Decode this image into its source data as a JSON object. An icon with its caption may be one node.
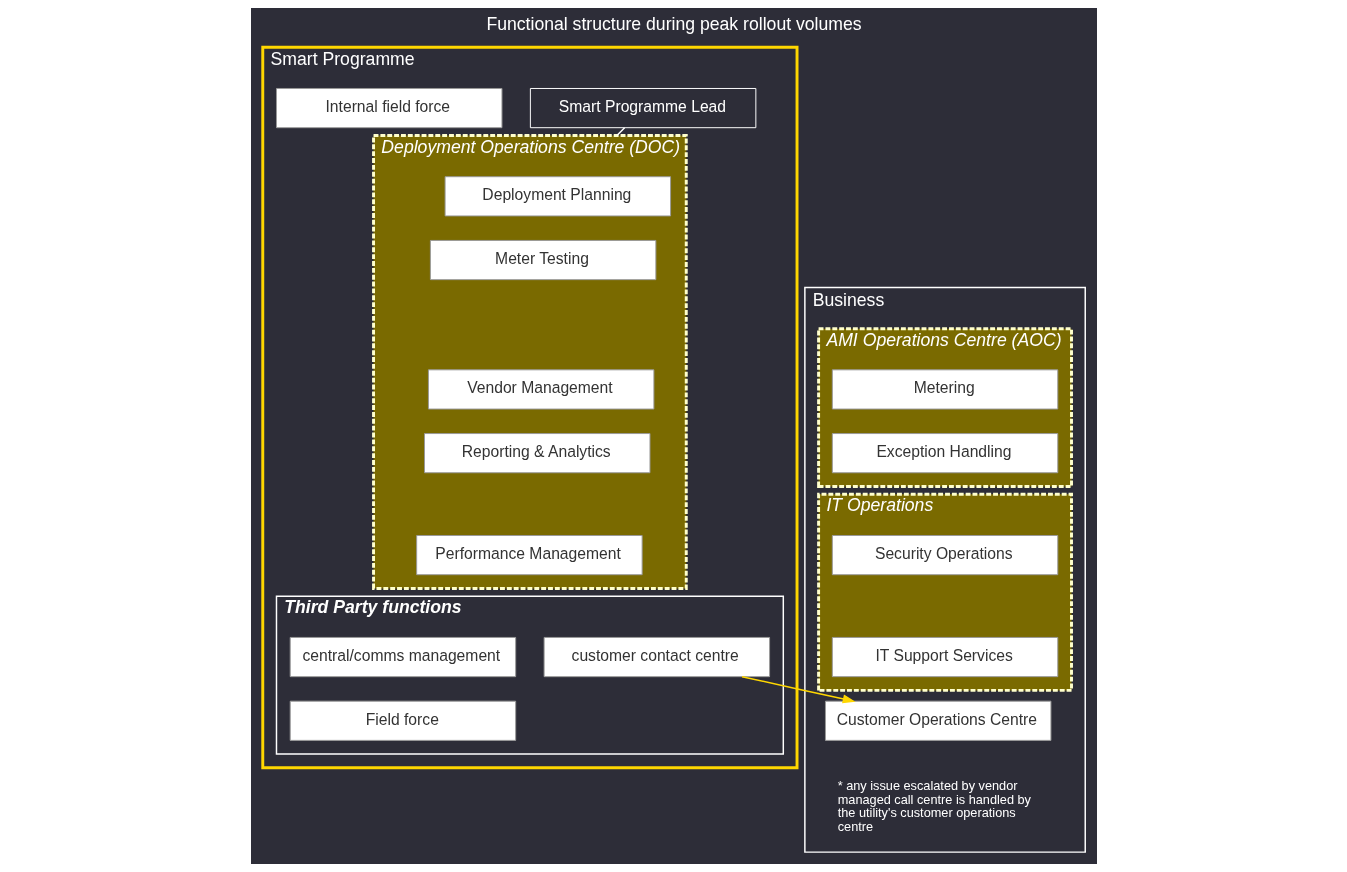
{
  "diagram": {
    "title": "Functional structure during peak rollout volumes",
    "nodes": [
      {
        "text": [
          "Smart Programme"
        ]
      },
      {
        "text": [
          "Smart Programme Lead"
        ],
        "in": 0
      },
      {
        "text": [
          "Deployment Operations Centre (DOC)"
        ],
        "in": 0
      },
      {
        "text": [
          "Deployment Planning"
        ],
        "in": 2
      },
      {
        "text": [
          "Meter Testing"
        ],
        "in": 2
      },
      {
        "text": [
          "Vendor Management"
        ],
        "in": 2
      },
      {
        "text": [
          "Reporting & Analytics"
        ],
        "in": 2
      },
      {
        "text": [
          "Performance Management"
        ],
        "in": 2
      },
      {
        "text": [
          "Internal field force"
        ],
        "in": 0
      },
      {
        "text": [
          "Business"
        ]
      },
      {
        "text": [
          "AMI Operations Centre (AOC)"
        ],
        "in": 9
      },
      {
        "text": [
          "Metering"
        ],
        "in": 10
      },
      {
        "text": [
          "Exception Handling"
        ],
        "in": 10
      },
      {
        "text": [
          "IT Operations"
        ],
        "in": 9
      },
      {
        "text": [
          "Security Operations"
        ],
        "in": 13
      },
      {
        "text": [
          "IT Support Services"
        ],
        "in": 13
      },
      {
        "text": [
          "Third Party functions"
        ],
        "in": 0
      },
      {
        "text": [
          "central/comms management"
        ],
        "in": 16
      },
      {
        "text": [
          "customer contact centre"
        ],
        "in": 16
      },
      {
        "text": [
          "Field force"
        ],
        "in": 16
      },
      {
        "text": [
          "Customer Operations Centre"
        ],
        "in": 9,
        "beside": [
          "* any issue escalated by vendor managed call centre is handled by the utility's customer operations centre"
        ]
      }
    ],
    "edges": [
      {
        "from": 1,
        "to": 2,
        "arrow": "none"
      },
      {
        "from": 18,
        "to": 20,
        "arrow": "to",
        "color": "#ffd700"
      }
    ]
  }
}
